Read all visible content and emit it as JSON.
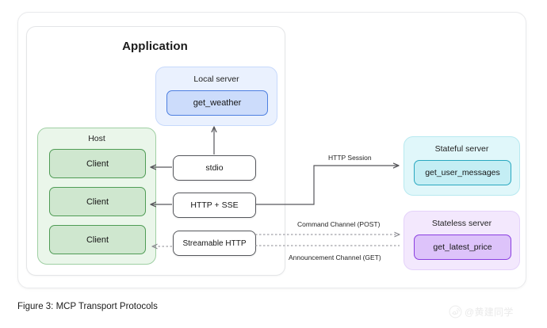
{
  "figure": {
    "caption": "Figure 3: MCP Transport Protocols"
  },
  "application": {
    "title": "Application",
    "local_server": {
      "label": "Local server",
      "tool": "get_weather"
    },
    "host": {
      "label": "Host",
      "clients": [
        {
          "label": "Client"
        },
        {
          "label": "Client"
        },
        {
          "label": "Client"
        }
      ]
    },
    "transports": [
      {
        "label": "stdio"
      },
      {
        "label": "HTTP + SSE"
      },
      {
        "label": "Streamable HTTP"
      }
    ]
  },
  "remote_servers": [
    {
      "label": "Stateful server",
      "tool": "get_user_messages",
      "accent": "#29a8c0",
      "panel_bg": "#e0f7fa"
    },
    {
      "label": "Stateless server",
      "tool": "get_latest_price",
      "accent": "#8b3fe0",
      "panel_bg": "#f3e8fd"
    }
  ],
  "connections": [
    {
      "label": "HTTP Session",
      "style": "solid"
    },
    {
      "label": "Command Channel (POST)",
      "style": "dotted"
    },
    {
      "label": "Announcement Channel (GET)",
      "style": "dotted"
    }
  ],
  "watermark": {
    "handle": "@黄建同学",
    "icon": "weibo-icon"
  },
  "colors": {
    "blue_accent": "#4d7fe0",
    "green_accent": "#4f9c55",
    "cyan_accent": "#29a8c0",
    "purple_accent": "#8b3fe0",
    "arrow": "#58585c"
  }
}
